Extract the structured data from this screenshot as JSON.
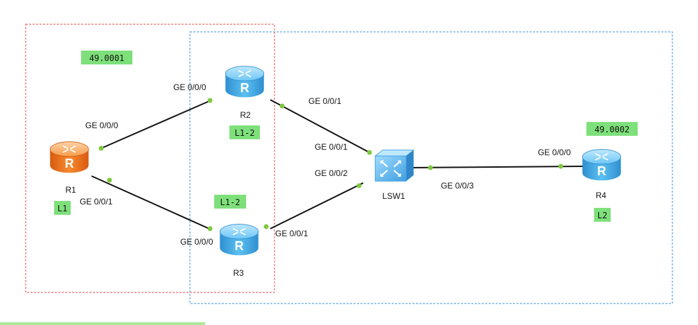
{
  "areas": {
    "area1": {
      "id": "49.0001",
      "border": "#e8454b"
    },
    "area2": {
      "id": "49.0002",
      "border": "#3a8fd6"
    }
  },
  "devices": {
    "r1": {
      "name": "R1",
      "level": "L1"
    },
    "r2": {
      "name": "R2",
      "level": "L1-2"
    },
    "r3": {
      "name": "R3",
      "level": "L1-2"
    },
    "r4": {
      "name": "R4",
      "level": "L2"
    },
    "lsw1": {
      "name": "LSW1"
    }
  },
  "ports": {
    "r1_g0": "GE 0/0/0",
    "r1_g1": "GE 0/0/1",
    "r2_g0": "GE 0/0/0",
    "r2_g1": "GE 0/0/1",
    "r3_g0": "GE 0/0/0",
    "r3_g1": "GE 0/0/1",
    "sw_g1": "GE 0/0/1",
    "sw_g2": "GE 0/0/2",
    "sw_g3": "GE 0/0/3",
    "r4_g0": "GE 0/0/0"
  },
  "colors": {
    "router_blue": "#4db3ec",
    "router_orange": "#f07a22",
    "switch_blue": "#5cb4ef",
    "link": "#111111",
    "port_dot": "#7ec93f",
    "label_bg": "#7ee07a"
  }
}
